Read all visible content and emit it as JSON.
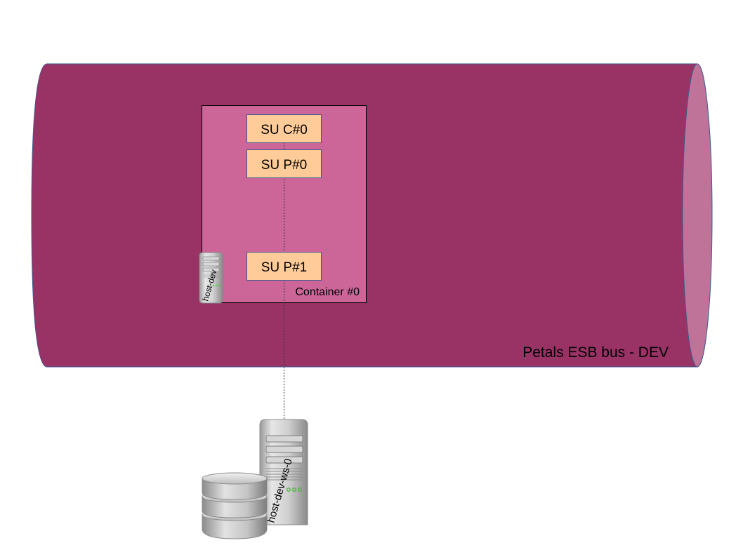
{
  "bus": {
    "label": "Petals ESB bus - DEV",
    "body_color": "#993366",
    "cap_color": "#c07399",
    "border_color": "#3a5a8f"
  },
  "container": {
    "label": "Container #0",
    "fill_color": "#cc6699",
    "host_label": "host-dev"
  },
  "service_units": [
    {
      "label": "SU C#0"
    },
    {
      "label": "SU P#0"
    },
    {
      "label": "SU P#1"
    }
  ],
  "su_color": "#ffcc99",
  "external_host": {
    "label": "host-dev-ws-0",
    "type": "server-with-database"
  }
}
